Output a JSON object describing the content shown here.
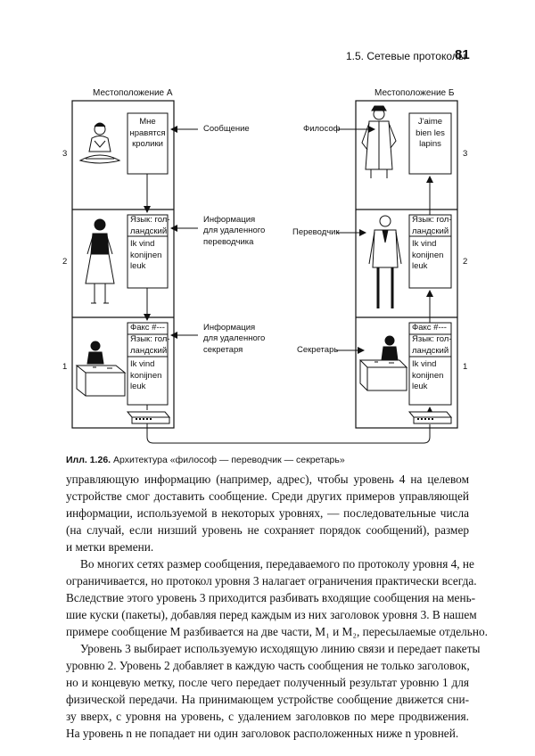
{
  "header": {
    "section_title": "1.5. Сетевые протоколы",
    "page_number": "81"
  },
  "figure": {
    "location_a": "Местоположение А",
    "location_b": "Местоположение Б",
    "levels": [
      "3",
      "2",
      "1"
    ],
    "notes": {
      "message": "Сообщение",
      "info_translator": [
        "Информация",
        "для удаленного",
        "переводчика"
      ],
      "info_secretary": [
        "Информация",
        "для удаленного",
        "секретаря"
      ]
    },
    "roles": {
      "philosopher": "Философ",
      "translator": "Переводчик",
      "secretary": "Секретарь"
    },
    "box_a3": [
      "Мне",
      "нравятся",
      "кролики"
    ],
    "box_b3": [
      "J'aime",
      "bien les",
      "lapins"
    ],
    "box_a2_header": [
      "Язык: гол-",
      "ландский"
    ],
    "box_a2_body": [
      "Ik vind",
      "konijnen",
      "leuk"
    ],
    "box_a1_fax": "Факс #---",
    "box_a1_lang": [
      "Язык: гол-",
      "ландский"
    ],
    "box_a1_body": [
      "Ik vind",
      "konijnen",
      "leuk"
    ],
    "box_b2_header": [
      "Язык: гол-",
      "ландский"
    ],
    "box_b2_body": [
      "Ik vind",
      "konijnen",
      "leuk"
    ],
    "box_b1_fax": "Факс #---",
    "box_b1_lang": [
      "Язык: гол-",
      "ландский"
    ],
    "box_b1_body": [
      "Ik vind",
      "konijnen",
      "leuk"
    ]
  },
  "caption": {
    "label": "Илл. 1.26.",
    "text": "Архитектура «философ — переводчик — секретарь»"
  },
  "body": {
    "p1": [
      "управляющую информацию (например, адрес), чтобы уровень 4 на целевом",
      "устройстве смог доставить сообщение. Среди других примеров управляющей",
      "информации, используемой в некоторых уровнях, — последовательные числа",
      "(на случай, если низший уровень не сохраняет порядок сообщений), размер",
      "и метки времени."
    ],
    "p2": [
      "Во многих сетях размер сообщения, передаваемого по протоколу уровня 4, не",
      "ограничивается, но протокол уровня 3 налагает ограничения практически всегда.",
      "Вследствие этого уровень 3 приходится разбивать входящие сообщения на мень-",
      "шие куски (пакеты), добавляя перед каждым из них заголовок уровня 3. В нашем",
      "примере сообщение M разбивается на две части, M₁ и M₂, пересылаемые отдельно."
    ],
    "p3": [
      "Уровень 3 выбирает используемую исходящую линию связи и передает пакеты",
      "уровню 2. Уровень 2 добавляет в каждую часть сообщения не только заголовок,",
      "но и концевую метку, после чего передает полученный результат уровню 1 для",
      "физической передачи. На принимающем устройстве сообщение движется сни-",
      "зу вверх, с уровня на уровень, с удалением заголовков по мере продвижения.",
      "На уровень n не попадает ни один заголовок расположенных ниже n уровней."
    ]
  }
}
